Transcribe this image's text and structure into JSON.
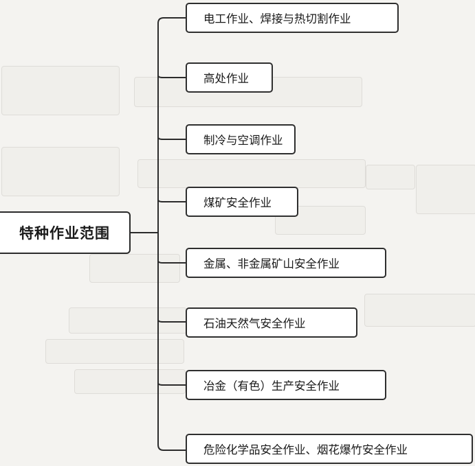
{
  "root": {
    "label": "特种作业范围"
  },
  "branches": [
    {
      "label": "电工作业、焊接与热切割作业"
    },
    {
      "label": "高处作业"
    },
    {
      "label": "制冷与空调作业"
    },
    {
      "label": "煤矿安全作业"
    },
    {
      "label": "金属、非金属矿山安全作业"
    },
    {
      "label": "石油天然气安全作业"
    },
    {
      "label": "冶金（有色）生产安全作业"
    },
    {
      "label": "危险化学品安全作业、烟花爆竹安全作业"
    }
  ]
}
